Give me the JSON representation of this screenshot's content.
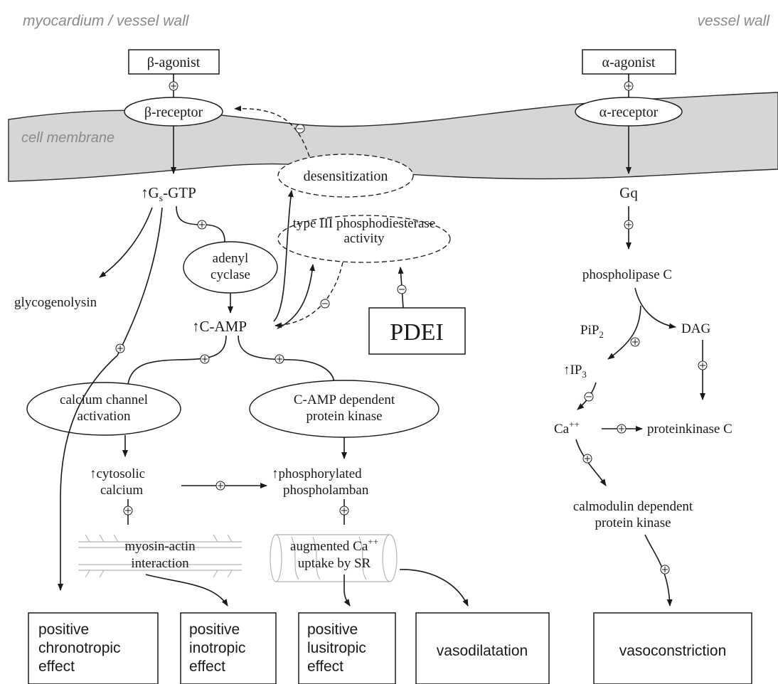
{
  "regions": {
    "left": "myocardium / vessel wall",
    "right": "vessel wall",
    "membrane": "cell membrane"
  },
  "nodes": {
    "beta_agonist": "β-agonist",
    "alpha_agonist": "α-agonist",
    "beta_receptor": "β-receptor",
    "alpha_receptor": "α-receptor",
    "desensitization": "desensitization",
    "gs_gtp": "↑G",
    "gs_sub": "s",
    "gs_tail": "-GTP",
    "pde_line1": "type III phosphodiesterase",
    "pde_line2": "activity",
    "adenyl_line1": "adenyl",
    "adenyl_line2": "cyclase",
    "glycogenolysin": "glycogenolysin",
    "camp": "↑C-AMP",
    "pdei": "PDEI",
    "gq": "Gq",
    "phospholipase": "phospholipase C",
    "pip": "PiP",
    "pip_sub": "2",
    "dag": "DAG",
    "ip3": "↑IP",
    "ip3_sub": "3",
    "ca": "Ca",
    "ca_sup": "++",
    "pkc": "proteinkinase C",
    "calchan_line1": "calcium channel",
    "calchan_line2": "activation",
    "camppk_line1": "C-AMP dependent",
    "camppk_line2": "protein kinase",
    "cyto_line1": "↑cytosolic",
    "cyto_line2": "calcium",
    "phos_line1": "↑phosphorylated",
    "phos_line2": "phospholamban",
    "myosin_line1": "myosin-actin",
    "myosin_line2": "interaction",
    "aug_line1": "augmented Ca",
    "aug_sup": "++",
    "aug_line2": "uptake by SR",
    "calm_line1": "calmodulin dependent",
    "calm_line2": "protein kinase"
  },
  "effects": {
    "chrono": [
      "positive",
      "chronotropic",
      "effect"
    ],
    "ino": [
      "positive",
      "inotropic",
      "effect"
    ],
    "lusi": [
      "positive",
      "lusitropic",
      "effect"
    ],
    "vasodil": "vasodilatation",
    "vasocon": "vasoconstriction"
  },
  "colors": {
    "membrane_fill": "#d6d6d6",
    "ink": "#1a1a1a",
    "region_text": "#8a8a8a"
  }
}
